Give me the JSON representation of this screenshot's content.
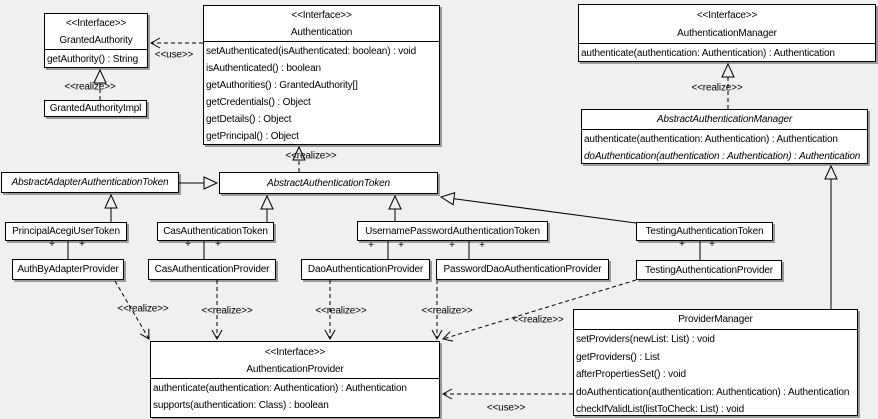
{
  "diagram": {
    "background_color": "#f0f0f0",
    "box_fill_color": "#ffffff",
    "line_color": "#000000",
    "shadow_color": "#9a9a9a"
  },
  "labels": {
    "interface_stereotype": "<<Interface>>",
    "realize": "<<realize>>",
    "use": "<<use>>",
    "plus": "+"
  },
  "classes": [
    {
      "stereotype": "<<Interface>>",
      "name": "GrantedAuthority",
      "methods": [
        "getAuthority() : String"
      ]
    },
    {
      "name": "GrantedAuthorityImpl"
    },
    {
      "stereotype": "<<Interface>>",
      "name": "Authentication",
      "methods": [
        "setAuthenticated(isAuthenticated: boolean) : void",
        "isAuthenticated() : boolean",
        "getAuthorities() : GrantedAuthority[]",
        "getCredentials() : Object",
        "getDetails() : Object",
        "getPrincipal() : Object"
      ]
    },
    {
      "stereotype": "<<Interface>>",
      "name": "AuthenticationManager",
      "methods": [
        "authenticate(authentication: Authentication) : Authentication"
      ]
    },
    {
      "name": "AbstractAuthenticationManager",
      "abstract": true,
      "methods": [
        "authenticate(authentication: Authentication) : Authentication",
        "doAuthentication(authentication : Authentication) : Authentication"
      ]
    },
    {
      "name": "AbstractAdapterAuthenticationToken",
      "abstract": true
    },
    {
      "name": "AbstractAuthenticationToken",
      "abstract": true
    },
    {
      "name": "PrincipalAcegiUserToken"
    },
    {
      "name": "CasAuthenticationToken"
    },
    {
      "name": "UsernamePasswordAuthenticationToken"
    },
    {
      "name": "TestingAuthenticationToken"
    },
    {
      "name": "AuthByAdapterProvider"
    },
    {
      "name": "CasAuthenticationProvider"
    },
    {
      "name": "DaoAuthenticationProvider"
    },
    {
      "name": "PasswordDaoAuthenticationProvider"
    },
    {
      "name": "TestingAuthenticationProvider"
    },
    {
      "stereotype": "<<Interface>>",
      "name": "AuthenticationProvider",
      "methods": [
        "authenticate(authentication: Authentication) : Authentication",
        "supports(authentication: Class) : boolean"
      ]
    },
    {
      "name": "ProviderManager",
      "methods": [
        "setProviders(newList: List) : void",
        "getProviders() : List",
        "afterPropertiesSet() : void",
        "doAuthentication(authentication: Authentication) : Authentication",
        "checkIfValidList(listToCheck: List) : void"
      ]
    }
  ]
}
